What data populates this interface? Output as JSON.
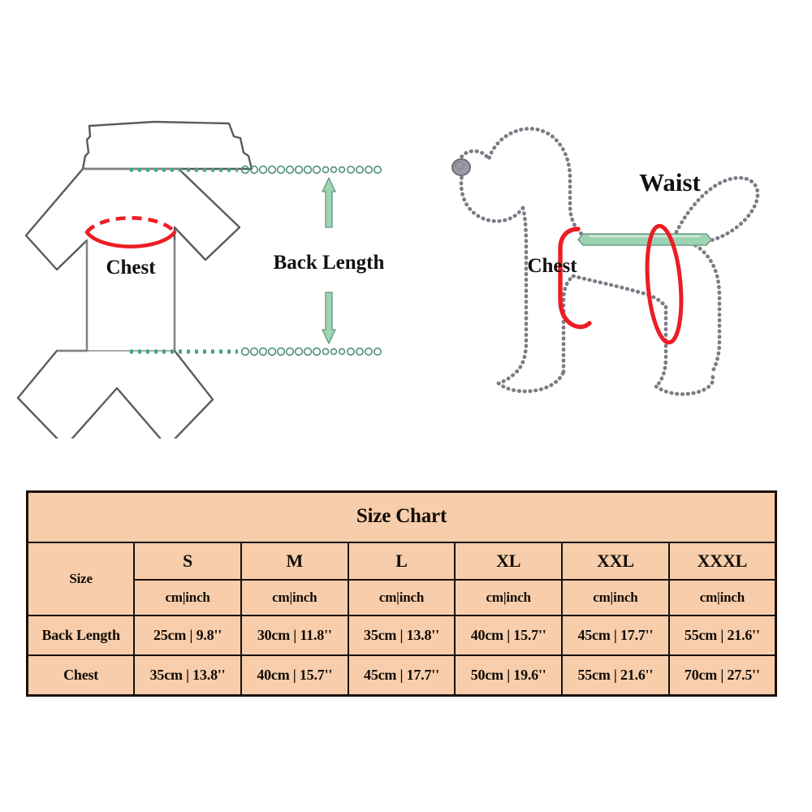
{
  "diagrams": {
    "garment": {
      "name": "dog-shirt-flat-lay",
      "chest_label": "Chest",
      "back_length_label": "Back Length",
      "colors": {
        "outline": "#5a5a60",
        "measure_red": "#ee1c24",
        "measure_green": "#8fd0ae",
        "dot_green": "#3fa47a"
      }
    },
    "dog": {
      "name": "dog-side-profile",
      "chest_label": "Chest",
      "waist_label": "Waist",
      "colors": {
        "outline": "#7b7b85",
        "measure_red": "#ee1c24",
        "measure_green": "#9ed3b3"
      }
    }
  },
  "table": {
    "title": "Size Chart",
    "corner_label": "Size",
    "sizes": [
      "S",
      "M",
      "L",
      "XL",
      "XXL",
      "XXXL"
    ],
    "unit_label": "cm|inch",
    "rows": [
      {
        "label": "Back Length",
        "values": [
          "25cm | 9.8''",
          "30cm | 11.8''",
          "35cm | 13.8''",
          "40cm | 15.7''",
          "45cm | 17.7''",
          "55cm | 21.6''"
        ]
      },
      {
        "label": "Chest",
        "values": [
          "35cm | 13.8''",
          "40cm | 15.7''",
          "45cm | 17.7''",
          "50cm | 19.6''",
          "55cm | 21.6''",
          "70cm | 27.5''"
        ]
      }
    ],
    "colors": {
      "cell_background": "#f7cdab",
      "border": "#1a1008",
      "text": "#120c06"
    }
  }
}
